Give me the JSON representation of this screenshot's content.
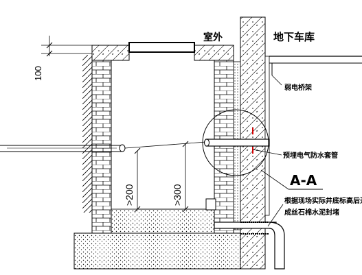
{
  "labels": {
    "outdoor": "室外",
    "garage": "地下车库",
    "weak_current_bracket": "弱电桥架",
    "embedded_sleeve": "预埋电气防水套管",
    "section_mark": "A-A",
    "note_line1": "根据现场实际井底标高后开孔",
    "note_line2": "成丝石棉水泥封堵"
  },
  "dimensions": {
    "cover_thickness": "100",
    "depth_left": ">200",
    "depth_right": ">300"
  },
  "colors": {
    "line": "#000000",
    "sleeve_mark": "#d40000",
    "background": "#ffffff"
  }
}
